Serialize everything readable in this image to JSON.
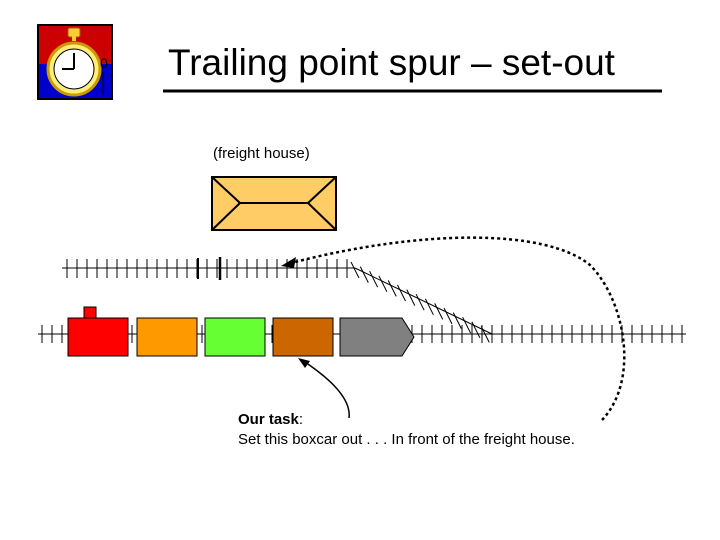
{
  "title": "Trailing point spur – set-out",
  "building_label": "(freight house)",
  "task": {
    "heading": "Our task",
    "colon": ":",
    "text": "Set this boxcar out . . . In front  of the freight house."
  },
  "icon": "stopwatch-logo-icon",
  "colors": {
    "freight_house": "#FFCC66",
    "locomotive": "#FF0000",
    "car_orange": "#FF9900",
    "car_green": "#66FF33",
    "boxcar_brown": "#CC6600",
    "car_gray": "#808080",
    "logo_red": "#CC0000",
    "logo_blue": "#0000CC"
  },
  "train": [
    {
      "name": "locomotive",
      "color": "#FF0000"
    },
    {
      "name": "car-orange",
      "color": "#FF9900"
    },
    {
      "name": "car-green",
      "color": "#66FF33"
    },
    {
      "name": "boxcar-target",
      "color": "#CC6600"
    },
    {
      "name": "car-gray-lead",
      "color": "#808080"
    }
  ]
}
